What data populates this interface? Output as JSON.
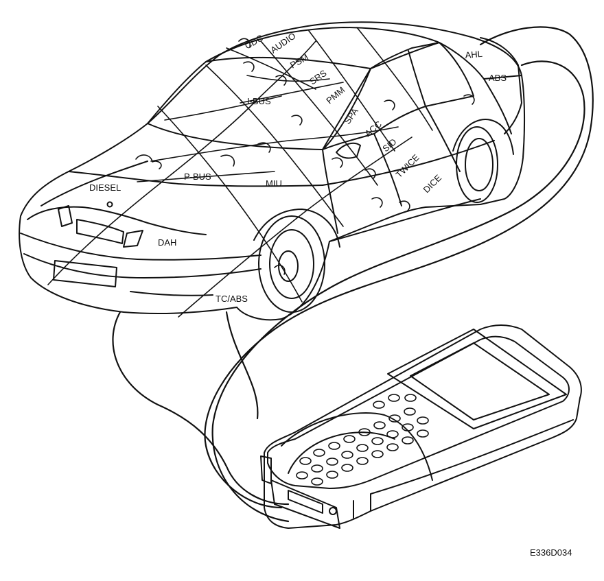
{
  "figure_code": "E336D034",
  "modules": {
    "cdc": "CDC",
    "audio": "AUDIO",
    "psm": "PSM",
    "srs": "SRS",
    "pmm": "PMM",
    "spa": "SPA",
    "acc": "ACC",
    "sid": "SID",
    "twice": "TWICE",
    "dice": "DICE",
    "ahl": "AHL",
    "abs": "ABS",
    "ibus": "I-BUS",
    "pbus": "P-BUS",
    "miu": "MIU",
    "diesel": "DIESEL",
    "dah": "DAH",
    "tcabs": "TC/ABS"
  }
}
